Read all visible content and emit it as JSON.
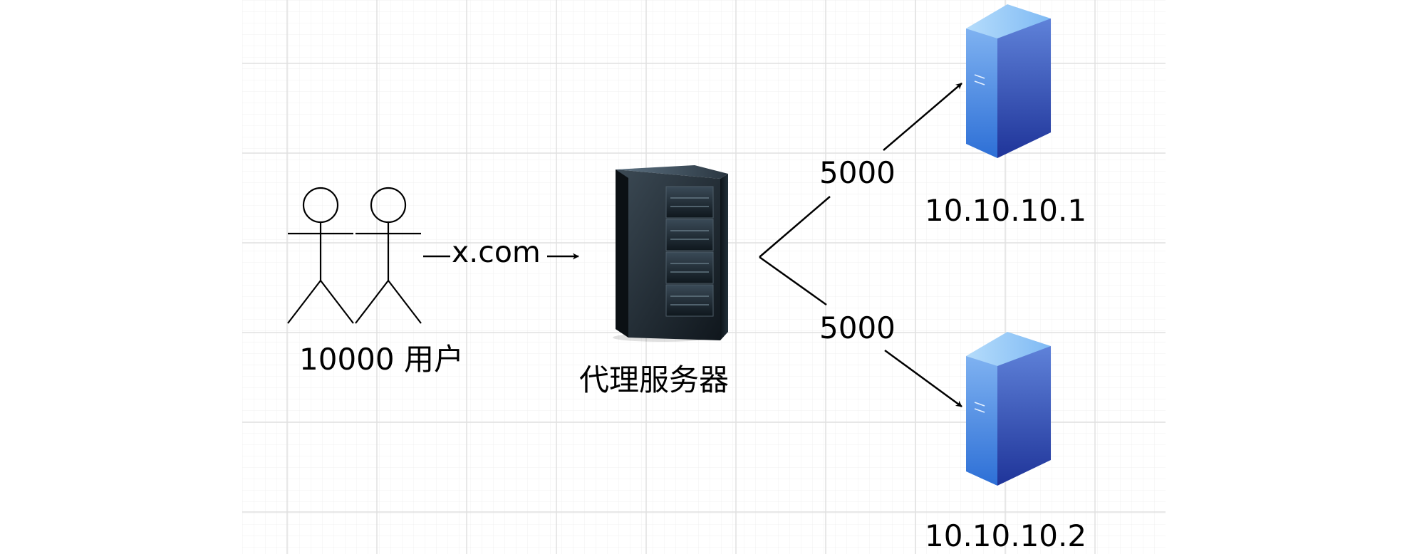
{
  "diagram": {
    "users": {
      "label": "10000 用户"
    },
    "link_domain": {
      "label": "x.com"
    },
    "proxy": {
      "label": "代理服务器"
    },
    "branch_top": {
      "label": "5000"
    },
    "branch_bottom": {
      "label": "5000"
    },
    "server1": {
      "label": "10.10.10.1"
    },
    "server2": {
      "label": "10.10.10.2"
    }
  }
}
